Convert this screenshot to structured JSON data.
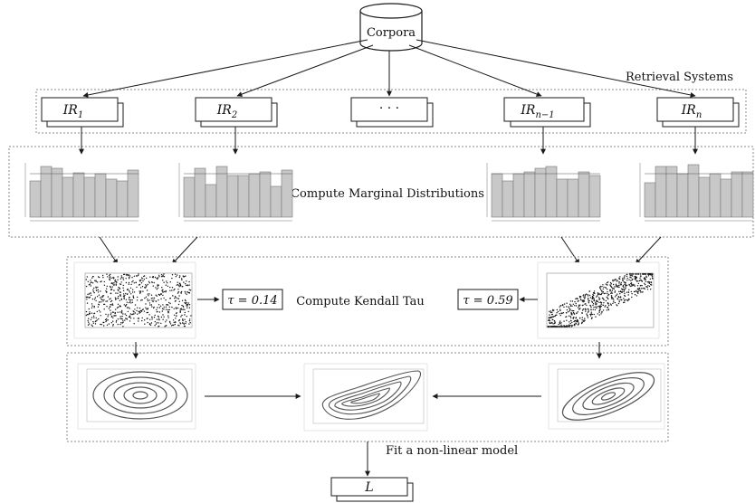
{
  "source": {
    "label": "Corpora"
  },
  "retrieval": {
    "title": "Retrieval Systems",
    "systems": [
      {
        "base": "IR",
        "sub": "1"
      },
      {
        "base": "IR",
        "sub": "2"
      },
      {
        "base": "· · ·",
        "sub": ""
      },
      {
        "base": "IR",
        "sub": "n−1"
      },
      {
        "base": "IR",
        "sub": "n"
      }
    ]
  },
  "marginals": {
    "title": "Compute Marginal Distributions"
  },
  "kendall": {
    "title": "Compute Kendall Tau",
    "left_tau": "τ = 0.14",
    "right_tau": "τ = 0.59"
  },
  "model": {
    "title": "Fit a non-linear model",
    "output_base": "L"
  },
  "colors": {
    "line": "#1a1a1a",
    "dotted": "#888888",
    "bar_fill": "#c8c8c8",
    "bar_stroke": "#777777",
    "scatter": "#111111"
  }
}
